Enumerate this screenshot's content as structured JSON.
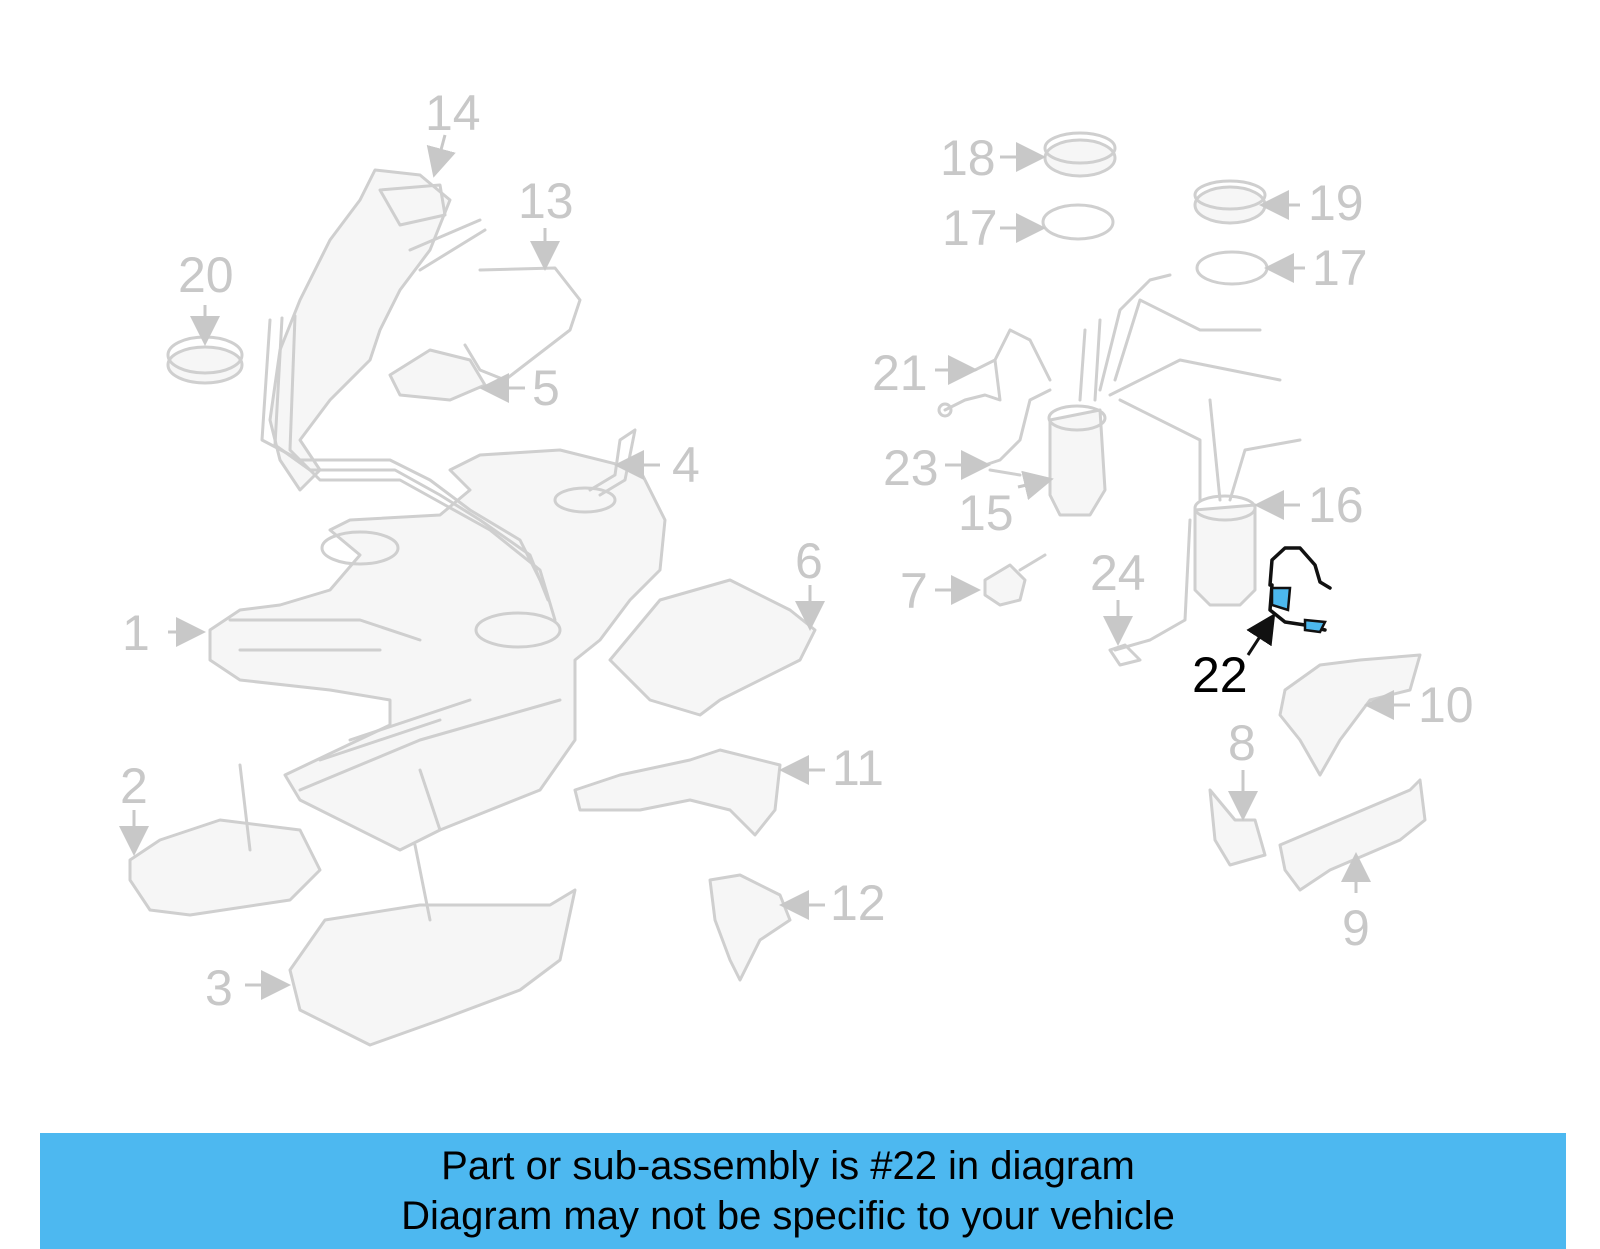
{
  "callouts": {
    "c1": "1",
    "c2": "2",
    "c3": "3",
    "c4": "4",
    "c5": "5",
    "c6": "6",
    "c7": "7",
    "c8": "8",
    "c9": "9",
    "c10": "10",
    "c11": "11",
    "c12": "12",
    "c13": "13",
    "c14": "14",
    "c15": "15",
    "c16": "16",
    "c17a": "17",
    "c17b": "17",
    "c18": "18",
    "c19": "19",
    "c20": "20",
    "c21": "21",
    "c22": "22",
    "c23": "23",
    "c24": "24"
  },
  "highlighted_part": "22",
  "colors": {
    "banner": "#4db8f0",
    "highlight": "#4cb8ee",
    "part_lines": "#cfcfcf",
    "label_grey": "#c8c8c8"
  },
  "banner": {
    "line1": "Part or sub-assembly is #22 in diagram",
    "line2": "Diagram may not be specific to your vehicle"
  }
}
